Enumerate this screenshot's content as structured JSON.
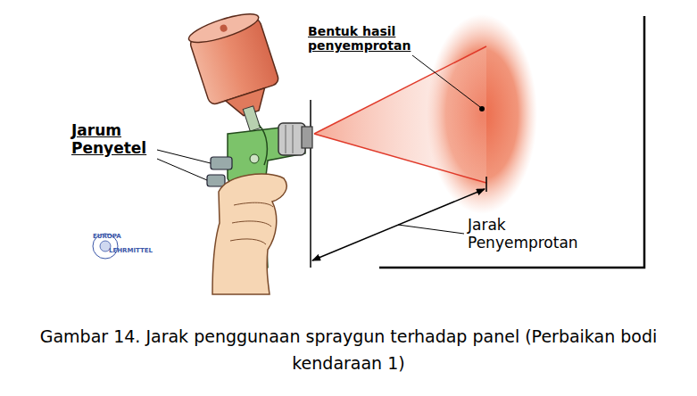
{
  "diagram": {
    "caption": "Gambar 14. Jarak penggunaan spraygun terhadap panel (Perbaikan bodi kendaraan 1)",
    "labels": [
      "Bentuk hasil penyemprotan",
      "Jarum Penyetel",
      "Jarak Penyemprotan",
      "EUROPA",
      "LEHRMITTEL"
    ]
  }
}
